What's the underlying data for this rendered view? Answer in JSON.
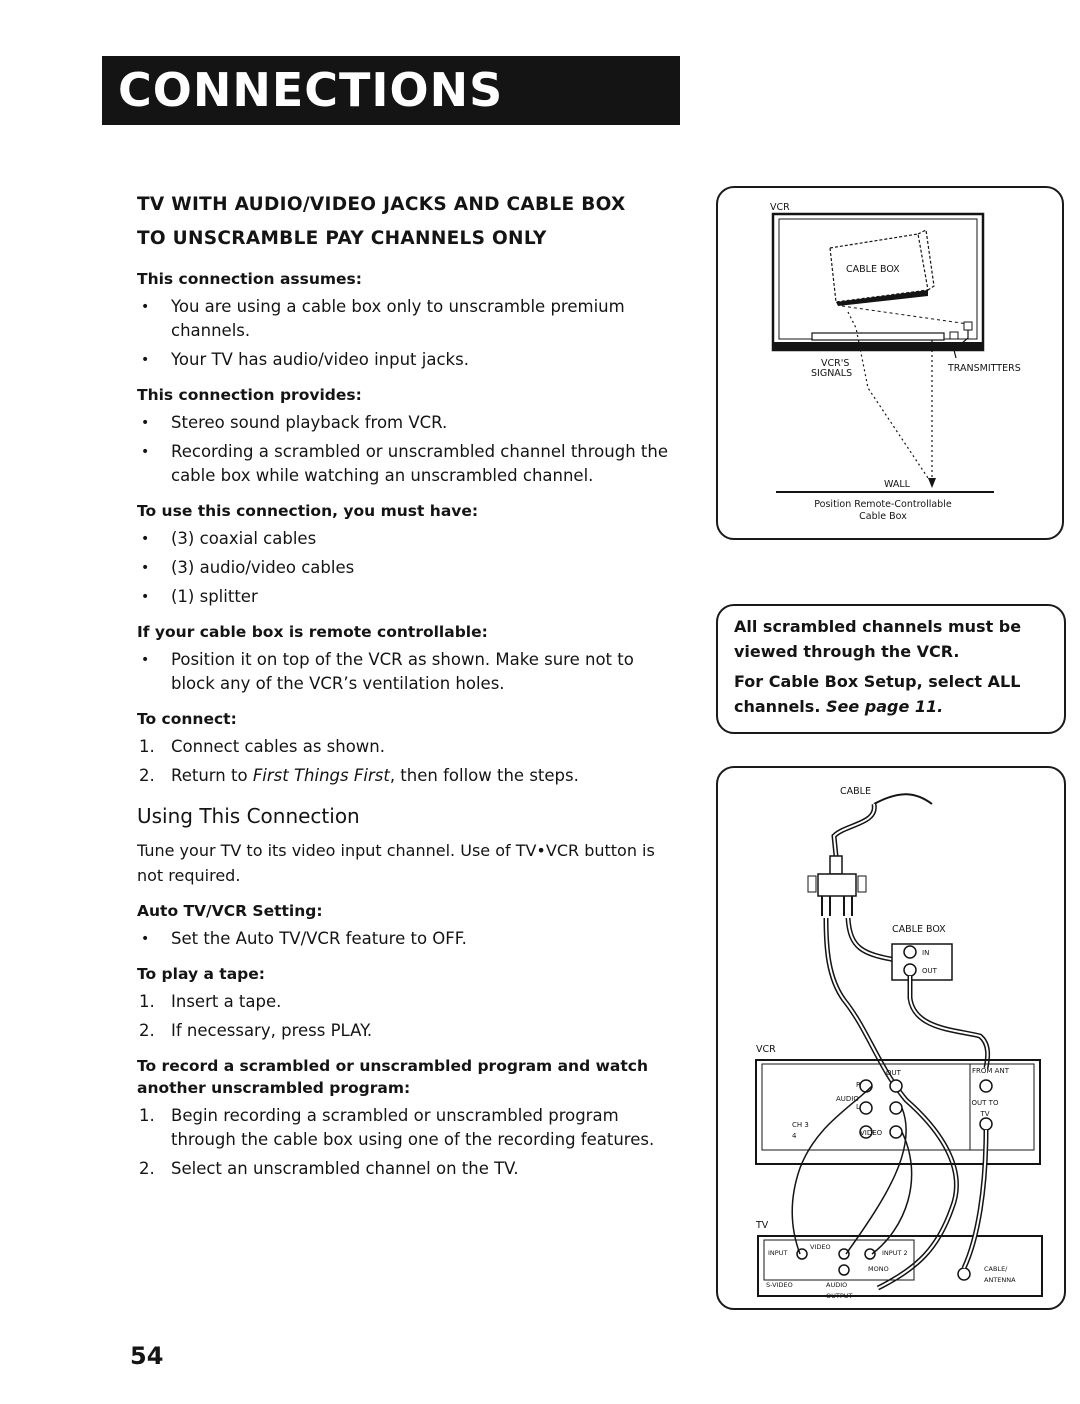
{
  "header": {
    "banner_title": "CONNECTIONS"
  },
  "main": {
    "title_line1": "TV With Audio/Video Jacks and Cable Box",
    "title_line2": "To Unscramble Pay Channels Only",
    "assumes": {
      "heading": "This connection assumes:",
      "items": [
        "You are using a cable box only to unscramble premium channels.",
        "Your TV has audio/video input jacks."
      ]
    },
    "provides": {
      "heading": "This connection provides:",
      "items": [
        "Stereo sound playback from VCR.",
        "Recording a scrambled or unscrambled channel through the cable box while watching an unscrambled channel."
      ]
    },
    "must_have": {
      "heading": "To use this connection, you must have:",
      "items": [
        "(3) coaxial cables",
        "(3) audio/video cables",
        "(1) splitter"
      ]
    },
    "remote": {
      "heading": "If your cable box is remote controllable:",
      "items": [
        "Position it on top of the VCR as shown. Make sure not to block any of the VCR’s ventilation holes."
      ]
    },
    "to_connect": {
      "heading": "To connect:",
      "step1_num": "1.",
      "step1": "Connect cables as shown.",
      "step2_num": "2.",
      "step2_a": "Return to ",
      "step2_ref": "First Things First",
      "step2_b": ", then follow the steps."
    },
    "using": {
      "title": "Using This Connection",
      "intro": "Tune your TV to its video input channel. Use of TV•VCR button is not required.",
      "auto_heading": "Auto TV/VCR Setting:",
      "auto_items": [
        "Set the Auto TV/VCR feature to OFF."
      ],
      "play_heading": "To play a tape:",
      "play_steps": [
        {
          "num": "1.",
          "text": "Insert a tape."
        },
        {
          "num": "2.",
          "text": "If necessary, press PLAY."
        }
      ],
      "record_heading": "To record a scrambled or unscrambled program and watch another unscrambled program:",
      "record_steps": [
        {
          "num": "1.",
          "text": "Begin recording a scrambled or unscrambled program through the cable box using one of the recording features."
        },
        {
          "num": "2.",
          "text": "Select an unscrambled channel on the TV."
        }
      ]
    }
  },
  "vcr_diagram": {
    "label_vcr": "VCR",
    "label_cable_box": "CABLE BOX",
    "label_signals_1": "VCR'S",
    "label_signals_2": "SIGNALS",
    "label_transmitters": "TRANSMITTERS",
    "label_wall": "WALL",
    "caption_1": "Position Remote-Controllable",
    "caption_2": "Cable Box"
  },
  "note": {
    "line1": "All scrambled channels must be viewed through the VCR.",
    "line2_a": "For Cable Box Setup, select ALL channels. ",
    "line2_ref": "See page 11."
  },
  "wiring_diagram": {
    "cable": "CABLE",
    "cable_box": "CABLE BOX",
    "in": "IN",
    "out": "OUT",
    "vcr": "VCR",
    "tv": "TV",
    "vcr_out": "OUT",
    "from_ant": "FROM ANT",
    "audio": "AUDIO",
    "r": "R",
    "l": "L",
    "video": "VIDEO",
    "out_to_tv": "OUT TO TV",
    "ch34": "CH 3 4",
    "input": "INPUT",
    "tv_video": "VIDEO",
    "input2": "INPUT 2",
    "mono": "MONO",
    "s_video": "S-VIDEO",
    "audio_output": "AUDIO OUTPUT",
    "cable_antenna": "CABLE/ ANTENNA"
  },
  "footer": {
    "page_number": "54"
  }
}
